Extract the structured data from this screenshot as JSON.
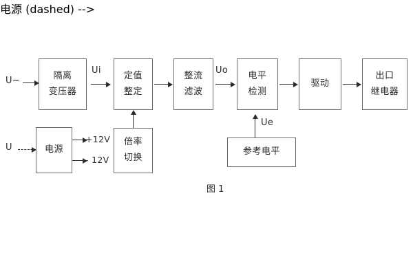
{
  "figure": {
    "caption": "图 1",
    "background_color": "#ffffff",
    "box_border_color": "#6b6b6b",
    "line_color": "#2b2b2b"
  },
  "signal_chain": {
    "input_label": "U~",
    "blocks": [
      {
        "id": "isolation-transformer",
        "lines": [
          "隔离",
          "变压器"
        ]
      },
      {
        "id": "setting-adjustment",
        "lines": [
          "定值",
          "整定"
        ]
      },
      {
        "id": "rectify-filter",
        "lines": [
          "整流",
          "滤波"
        ]
      },
      {
        "id": "level-detection",
        "lines": [
          "电平",
          "检测"
        ]
      },
      {
        "id": "drive",
        "lines": [
          "驱动"
        ]
      },
      {
        "id": "output-relay",
        "lines": [
          "出口",
          "继电器"
        ]
      }
    ],
    "signal_labels": {
      "ui": "Ui",
      "uo": "Uo",
      "ue": "Ue"
    }
  },
  "power_branch": {
    "input_label": "U",
    "supply_block": {
      "id": "power-supply",
      "lines": [
        "电源"
      ]
    },
    "rails": [
      {
        "id": "rail-positive",
        "label": "+12V"
      },
      {
        "id": "rail-negative",
        "label": "- 12V"
      }
    ]
  },
  "auxiliary_blocks": [
    {
      "id": "multiplier-switch",
      "lines": [
        "倍率",
        "切换"
      ]
    },
    {
      "id": "reference-level",
      "lines": [
        "参考电平"
      ]
    }
  ]
}
